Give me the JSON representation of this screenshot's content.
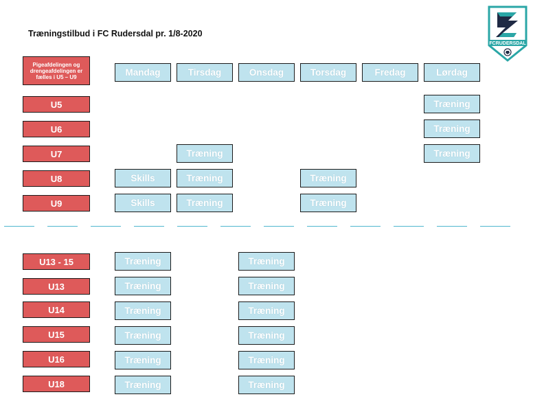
{
  "header": {
    "title": "Træningstilbud i FC Rudersdal pr. 1/8-2020"
  },
  "logo": {
    "text_fc": "FC",
    "text_club": "RUDERSDAL",
    "color": "#2aa6a6"
  },
  "days": [
    "Mandag",
    "Tirsdag",
    "Onsdag",
    "Torsdag",
    "Fredag",
    "Lørdag"
  ],
  "note": "Pigeafdelingen og drengeafdelingen er fælles i U5 – U9",
  "rows": [
    {
      "team": "U5",
      "cells": [
        "",
        "",
        "",
        "",
        "",
        "Træning"
      ]
    },
    {
      "team": "U6",
      "cells": [
        "",
        "",
        "",
        "",
        "",
        "Træning"
      ]
    },
    {
      "team": "U7",
      "cells": [
        "",
        "Træning",
        "",
        "",
        "",
        "Træning"
      ]
    },
    {
      "team": "U8",
      "cells": [
        "Skills",
        "Træning",
        "",
        "Træning",
        "",
        ""
      ]
    },
    {
      "team": "U9",
      "cells": [
        "Skills",
        "Træning",
        "",
        "Træning",
        "",
        ""
      ]
    },
    {
      "team": "U13 - 15",
      "cells": [
        "Træning",
        "",
        "Træning",
        "",
        "",
        ""
      ]
    },
    {
      "team": "U13",
      "cells": [
        "Træning",
        "",
        "Træning",
        "",
        "",
        ""
      ]
    },
    {
      "team": "U14",
      "cells": [
        "Træning",
        "",
        "Træning",
        "",
        "",
        ""
      ]
    },
    {
      "team": "U15",
      "cells": [
        "Træning",
        "",
        "Træning",
        "",
        "",
        ""
      ]
    },
    {
      "team": "U16",
      "cells": [
        "Træning",
        "",
        "Træning",
        "",
        "",
        ""
      ]
    },
    {
      "team": "U18",
      "cells": [
        "Træning",
        "",
        "Træning",
        "",
        "",
        ""
      ]
    }
  ],
  "colors": {
    "team_box": "#de5a5a",
    "cell_box": "#bfe3ee",
    "separator": "#4fb7cf"
  }
}
